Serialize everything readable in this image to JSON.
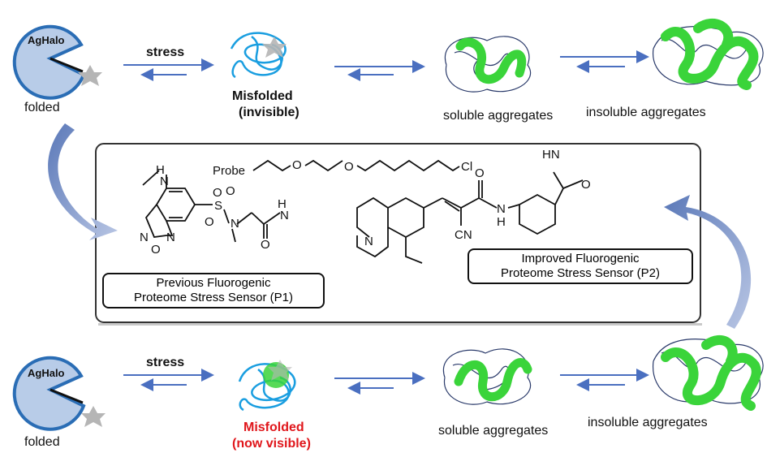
{
  "top": {
    "protein_label": "AgHalo",
    "folded": "folded",
    "stress": "stress",
    "misfolded_line1": "Misfolded",
    "misfolded_line2": "(invisible)",
    "soluble": "soluble aggregates",
    "insoluble": "insoluble aggregates"
  },
  "bottom": {
    "protein_label": "AgHalo",
    "folded": "folded",
    "stress": "stress",
    "misfolded_line1": "Misfolded",
    "misfolded_line2": "(now visible)",
    "soluble": "soluble aggregates",
    "insoluble": "insoluble aggregates"
  },
  "center_box": {
    "p1_line1": "Previous Fluorogenic",
    "p1_line2": "Proteome Stress Sensor (P1)",
    "p2_line1": "Improved Fluorogenic",
    "p2_line2": "Proteome Stress Sensor (P2)",
    "probe": "Probe",
    "cl": "Cl",
    "cn": "CN"
  },
  "colors": {
    "protein_fill": "#b8cce8",
    "protein_stroke": "#2a6db5",
    "misfold": "#1a9ee0",
    "aggregate_green": "#3ad43a",
    "aggregate_line": "#2a3a6a",
    "arrow": "#4a6fc0",
    "star": "#b5b5b5",
    "curve_arrow": "#7f96c8",
    "highlight_red": "#e0161b"
  }
}
